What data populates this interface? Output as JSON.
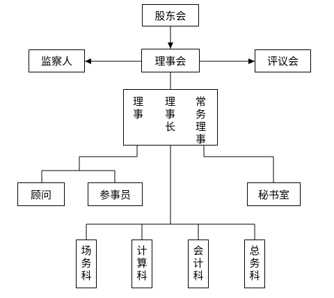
{
  "nodes": {
    "shareholders": "股东会",
    "board": "理事会",
    "supervisor": "监察人",
    "review": "评议会",
    "directors": "理事",
    "chairman": "理事长",
    "standing_director": "常务理事",
    "advisor": "顾问",
    "counselor": "参事员",
    "secretariat": "秘书室",
    "field_section": "场务科",
    "accounting_section": "计算科",
    "audit_section": "会计科",
    "general_section": "总务科"
  }
}
